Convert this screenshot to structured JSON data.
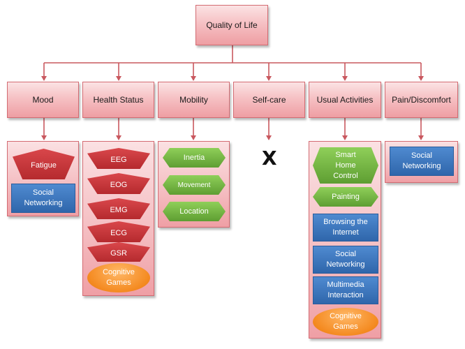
{
  "root": "Quality of Life",
  "categories": [
    "Mood",
    "Health Status",
    "Mobility",
    "Self-care",
    "Usual Activities",
    "Pain/Discomfort"
  ],
  "mood": {
    "fatigue": "Fatigue",
    "social_networking": "Social\nNetworking"
  },
  "health_status": {
    "signals": [
      "EEG",
      "EOG",
      "EMG",
      "ECG",
      "GSR"
    ],
    "cognitive_games": "Cognitive\nGames"
  },
  "mobility": [
    "Inertia",
    "Movement",
    "Location"
  ],
  "self_care": {
    "mark": "X"
  },
  "usual_activities": {
    "smart_home_control": "Smart\nHome\nControl",
    "painting": "Painting",
    "browsing": "Browsing the\nInternet",
    "social_networking": "Social\nNetworking",
    "multimedia": "Multimedia\nInteraction",
    "cognitive_games": "Cognitive\nGames"
  },
  "pain_discomfort": {
    "social_networking": "Social\nNetworking"
  },
  "colors": {
    "box_fill": "#f6c1c4",
    "box_border": "#d36b72",
    "connector": "#c9585f",
    "pentagon": "#c2363a",
    "hexagon": "#76b444",
    "blue_box": "#3a74bd",
    "oval": "#f48a20"
  }
}
